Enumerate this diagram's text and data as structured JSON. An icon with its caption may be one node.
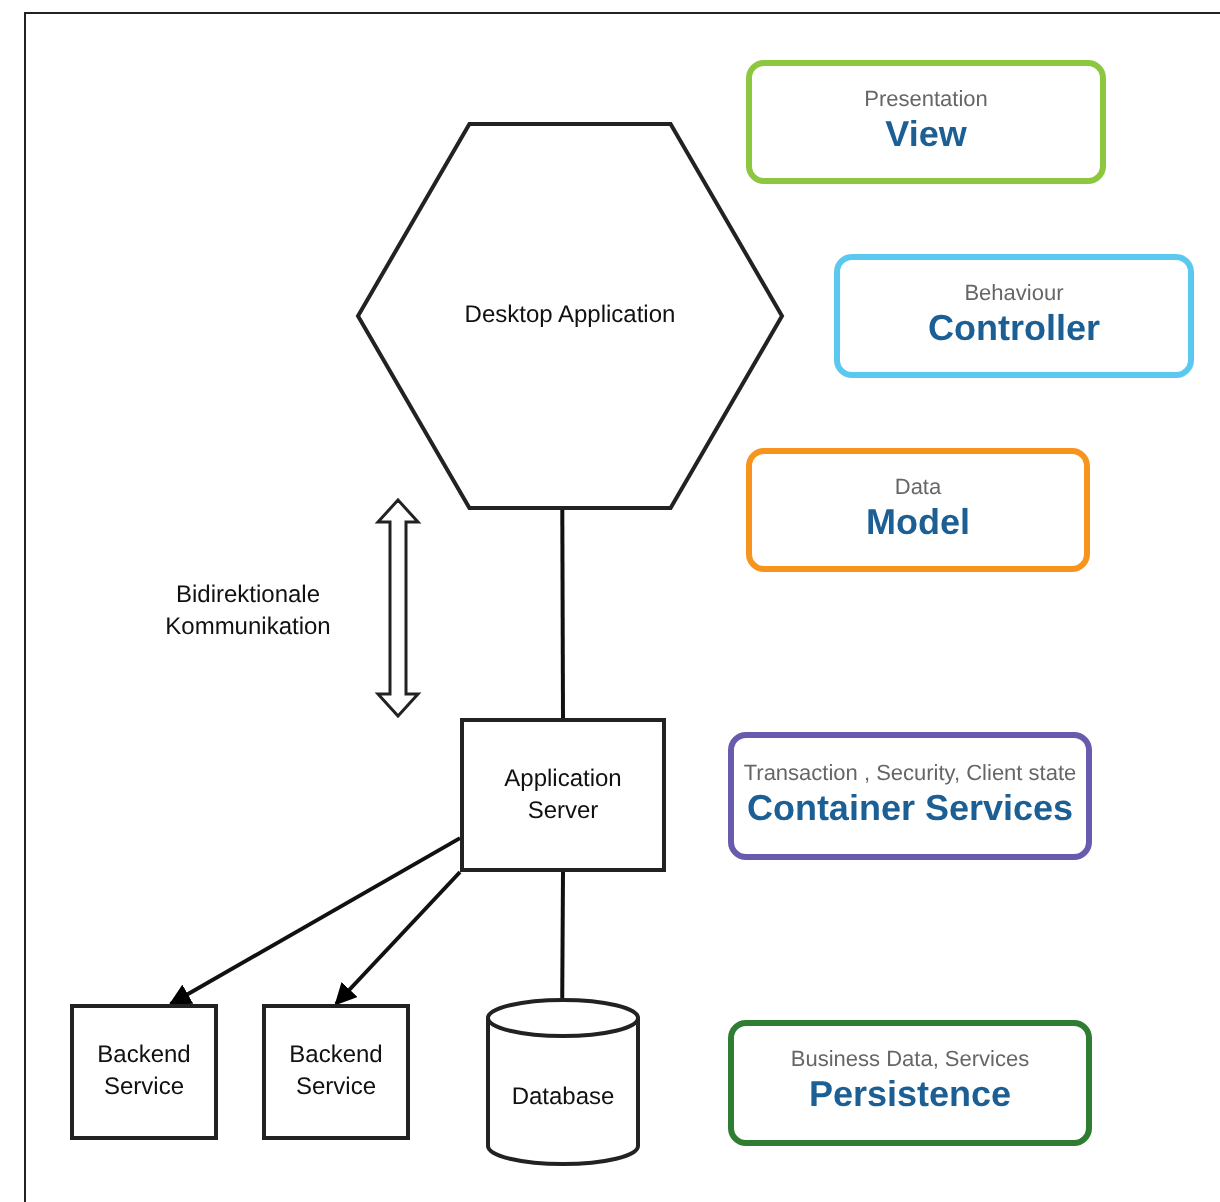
{
  "diagram": {
    "nodes": [
      {
        "text": [
          "Desktop Application"
        ]
      },
      {
        "text": [
          "Presentation",
          "View"
        ]
      },
      {
        "text": [
          "Behaviour",
          "Controller"
        ]
      },
      {
        "text": [
          "Data",
          "Model"
        ]
      },
      {
        "text": [
          "Application Server"
        ]
      },
      {
        "text": [
          "Transaction , Security, Client state",
          "Container Services"
        ]
      },
      {
        "text": [
          "Backend Service"
        ]
      },
      {
        "text": [
          "Backend Service"
        ]
      },
      {
        "text": [
          "Database"
        ]
      },
      {
        "text": [
          "Business Data, Services",
          "Persistence"
        ]
      }
    ],
    "edges": [
      {
        "from": 0,
        "to": 4,
        "arrow": "none"
      },
      {
        "from": 4,
        "to": 8,
        "arrow": "none"
      },
      {
        "from": 4,
        "to": 6,
        "arrow": "to"
      },
      {
        "from": 4,
        "to": 7,
        "arrow": "to"
      }
    ],
    "labels": [
      "Bidirektionale Kommunikation"
    ]
  }
}
